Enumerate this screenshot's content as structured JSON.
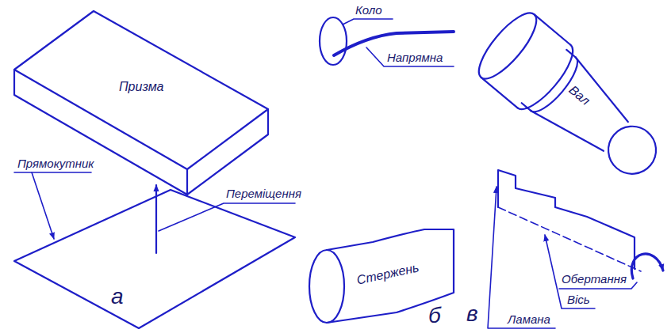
{
  "diagram": {
    "labels": [
      "Призма",
      "Прямокутник",
      "Переміщення",
      "а",
      "Коло",
      "Напрямна",
      "Стержень",
      "б",
      "Вал",
      "Обертання",
      "Вісь",
      "Ламана",
      "в"
    ]
  }
}
